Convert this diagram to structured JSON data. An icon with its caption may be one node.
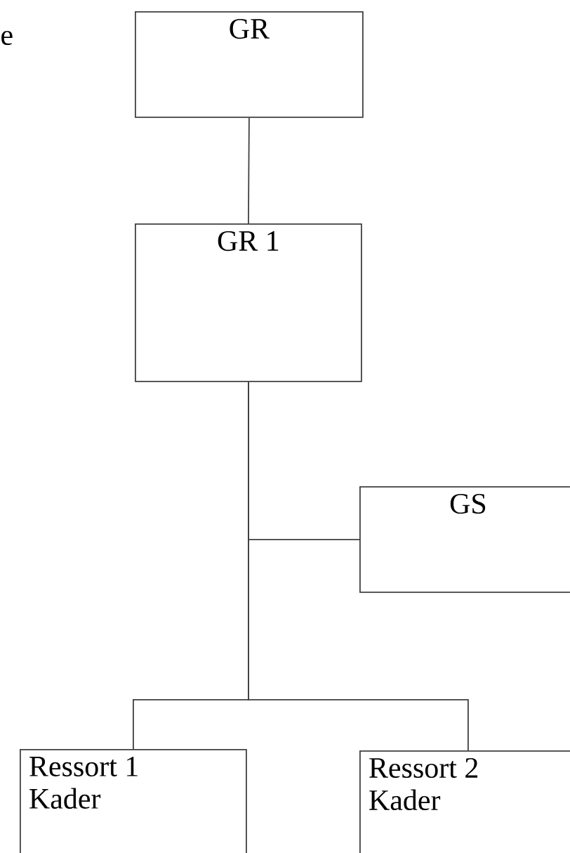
{
  "diagram": {
    "nodes": [
      {
        "text": [
          "GR"
        ]
      },
      {
        "text": [
          "GR 1"
        ]
      },
      {
        "text": [
          "GS"
        ]
      },
      {
        "text": [
          "Ressort 1 Kader"
        ]
      },
      {
        "text": [
          "Ressort 2 Kader"
        ]
      }
    ],
    "edges": [
      {
        "from": 0,
        "to": 1,
        "arrow": "none"
      },
      {
        "from": 1,
        "to": 2,
        "arrow": "none"
      },
      {
        "from": 1,
        "to": 3,
        "arrow": "none"
      },
      {
        "from": 1,
        "to": 4,
        "arrow": "none"
      }
    ],
    "labels": [
      "e"
    ]
  }
}
